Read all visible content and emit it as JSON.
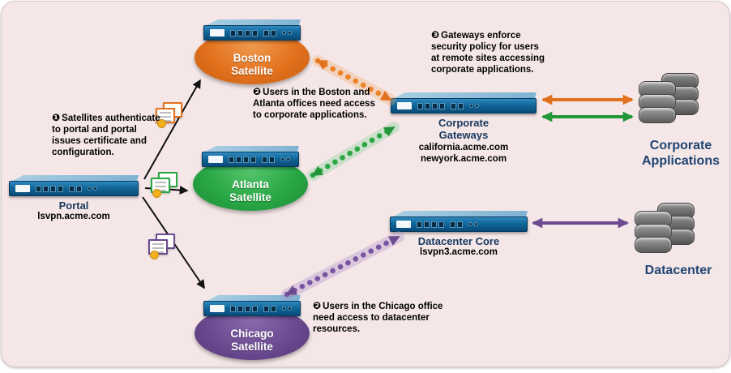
{
  "nodes": {
    "portal": {
      "title": "Portal",
      "hostname": "lsvpn.acme.com"
    },
    "boston_satellite": {
      "line1": "Boston",
      "line2": "Satellite"
    },
    "atlanta_satellite": {
      "line1": "Atlanta",
      "line2": "Satellite"
    },
    "chicago_satellite": {
      "line1": "Chicago",
      "line2": "Satellite"
    },
    "corporate_gateways": {
      "line1": "Corporate",
      "line2": "Gateways",
      "hostname1": "california.acme.com",
      "hostname2": "newyork.acme.com"
    },
    "datacenter_core": {
      "title": "Datacenter Core",
      "hostname": "lsvpn3.acme.com"
    },
    "corporate_applications": {
      "line1": "Corporate",
      "line2": "Applications"
    },
    "datacenter": {
      "title": "Datacenter"
    }
  },
  "annotations": {
    "step1": {
      "num": "❶",
      "text": "Satellites authenticate to portal and portal issues certificate and configuration."
    },
    "step2_boston_atlanta": {
      "num": "❷",
      "text": "Users in the Boston and Atlanta offices need access to corporate applications."
    },
    "step3": {
      "num": "❸",
      "text": "Gateways enforce security policy for users at remote sites accessing corporate applications."
    },
    "step2_chicago": {
      "num": "❷",
      "text": "Users in the Chicago office need access to datacenter resources."
    }
  },
  "icons": {
    "firewall_appliance": "firewall-appliance-icon",
    "server_stack": "server-stack-icon",
    "certificate": "certificate-icon"
  },
  "connections": [
    {
      "from": "Portal",
      "to": "Boston Satellite",
      "style": "black-arrow"
    },
    {
      "from": "Portal",
      "to": "Atlanta Satellite",
      "style": "black-arrow"
    },
    {
      "from": "Portal",
      "to": "Chicago Satellite",
      "style": "black-arrow"
    },
    {
      "from": "Boston Satellite",
      "to": "Corporate Gateways",
      "style": "orange-dotted-bidirectional"
    },
    {
      "from": "Atlanta Satellite",
      "to": "Corporate Gateways",
      "style": "green-dotted-bidirectional"
    },
    {
      "from": "Chicago Satellite",
      "to": "Datacenter Core",
      "style": "purple-dotted-bidirectional"
    },
    {
      "from": "Corporate Gateways",
      "to": "Corporate Applications",
      "style": "orange-solid-bidirectional"
    },
    {
      "from": "Corporate Gateways",
      "to": "Corporate Applications",
      "style": "green-solid-bidirectional"
    },
    {
      "from": "Datacenter Core",
      "to": "Datacenter",
      "style": "purple-solid-bidirectional"
    }
  ],
  "colors": {
    "background": "#f5e7e7",
    "boston_orange": "#e2711d",
    "atlanta_green": "#28a745",
    "chicago_purple": "#6b4a8f",
    "device_blue": "#116699",
    "label_blue": "#17375e",
    "arrow_black": "#111111"
  }
}
